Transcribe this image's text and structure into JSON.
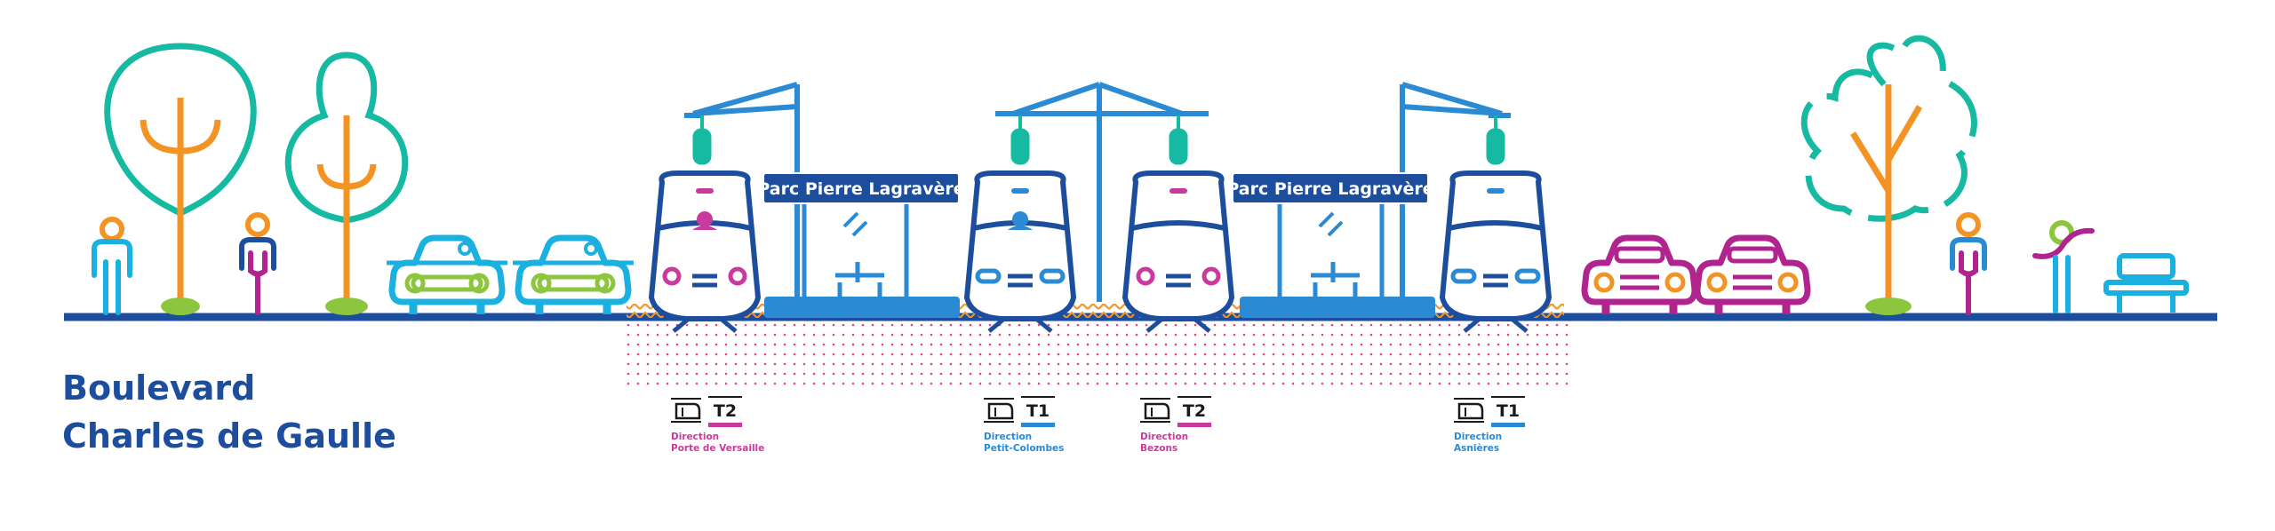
{
  "street": {
    "line1": "Boulevard",
    "line2": "Charles de Gaulle"
  },
  "stations": [
    {
      "label": "Parc Pierre Lagravère"
    },
    {
      "label": "Parc Pierre Lagravère"
    }
  ],
  "directions": [
    {
      "line": "T2",
      "label": "Direction",
      "destination": "Porte de Versaille",
      "color": "#c93a9f"
    },
    {
      "line": "T1",
      "label": "Direction",
      "destination": "Petit-Colombes",
      "color": "#2a8ad4"
    },
    {
      "line": "T2",
      "label": "Direction",
      "destination": "Bezons",
      "color": "#c93a9f"
    },
    {
      "line": "T1",
      "label": "Direction",
      "destination": "Asnières",
      "color": "#2a8ad4"
    }
  ],
  "colors": {
    "navy": "#1d4e9e",
    "teal": "#16b9a2",
    "orange": "#f39323",
    "green": "#8cc63f",
    "blue": "#2a8ad4",
    "magenta": "#b1248f",
    "pink": "#c93a9f",
    "cyan": "#1ab0e0"
  },
  "icons": [
    "tree-icon",
    "pedestrian-icon",
    "cyclist-icon",
    "car-icon",
    "tram-icon",
    "catenary-pole-icon",
    "shelter-icon",
    "bench-icon"
  ]
}
